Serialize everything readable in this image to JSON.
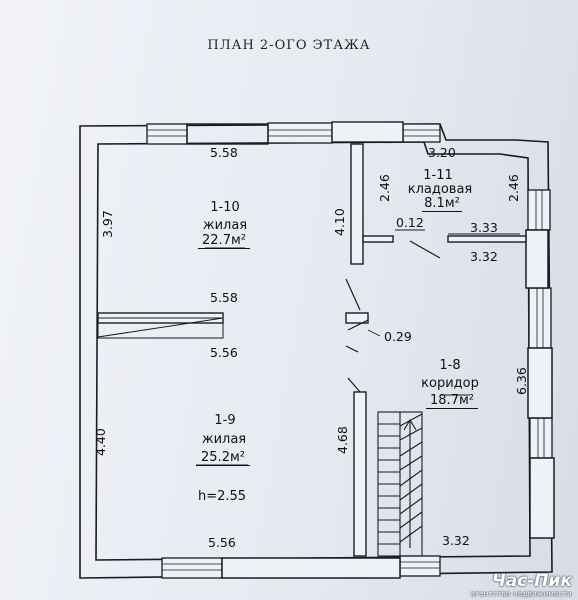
{
  "title": "ПЛАН 2-ОГО ЭТАЖА",
  "dimensions": {
    "d_558_top": "5.58",
    "d_320_top": "3.20",
    "d_397": "3.97",
    "d_246_left": "2.46",
    "d_246_right": "2.46",
    "d_410": "4.10",
    "d_012": "0.12",
    "d_333": "3.33",
    "d_332_mid": "3.32",
    "d_558_mid": "5.58",
    "d_029": "0.29",
    "d_556_mid": "5.56",
    "d_636": "6.36",
    "d_440": "4.40",
    "d_468": "4.68",
    "d_556_bottom": "5.56",
    "d_332_bottom": "3.32",
    "ceiling_height": "h=2.55"
  },
  "rooms": [
    {
      "number": "1-10",
      "name": "жилая",
      "area": "22.7м²"
    },
    {
      "number": "1-11",
      "name": "кладовая",
      "area": "8.1м²"
    },
    {
      "number": "1-8",
      "name": "коридор",
      "area": "18.7м²"
    },
    {
      "number": "1-9",
      "name": "жилая",
      "area": "25.2м²"
    }
  ],
  "watermark": {
    "brand": "Час-Пик",
    "subtitle": "агентство недвижимости"
  }
}
